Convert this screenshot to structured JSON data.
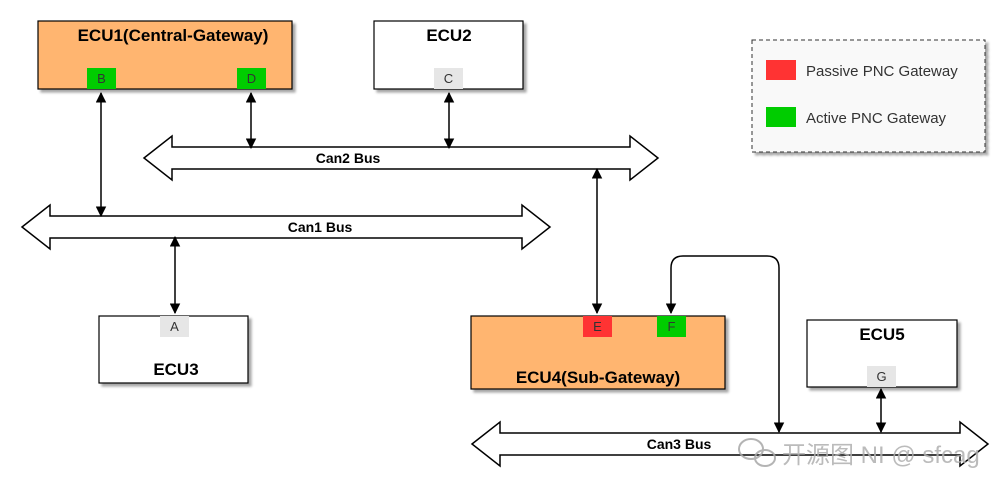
{
  "colors": {
    "gateway_fill": "#FFB570",
    "passive": "#FF3333",
    "active": "#00CC00",
    "inactive_port": "#E6E6E6",
    "line": "#000000"
  },
  "ecus": {
    "ecu1": {
      "title": "ECU1(Central-Gateway)"
    },
    "ecu2": {
      "title": "ECU2"
    },
    "ecu3": {
      "title": "ECU3"
    },
    "ecu4": {
      "title": "ECU4(Sub-Gateway)"
    },
    "ecu5": {
      "title": "ECU5"
    }
  },
  "ports": {
    "a": {
      "label": "A",
      "state": "inactive"
    },
    "b": {
      "label": "B",
      "state": "active"
    },
    "c": {
      "label": "C",
      "state": "inactive"
    },
    "d": {
      "label": "D",
      "state": "active"
    },
    "e": {
      "label": "E",
      "state": "passive"
    },
    "f": {
      "label": "F",
      "state": "active"
    },
    "g": {
      "label": "G",
      "state": "inactive"
    }
  },
  "buses": {
    "can1": {
      "label": "Can1 Bus"
    },
    "can2": {
      "label": "Can2 Bus"
    },
    "can3": {
      "label": "Can3 Bus"
    }
  },
  "legend": {
    "passive": {
      "label": "Passive PNC Gateway",
      "color": "#FF3333"
    },
    "active": {
      "label": "Active PNC Gateway",
      "color": "#00CC00"
    }
  },
  "watermark": {
    "text": "开源图 NI @ sfcag"
  }
}
